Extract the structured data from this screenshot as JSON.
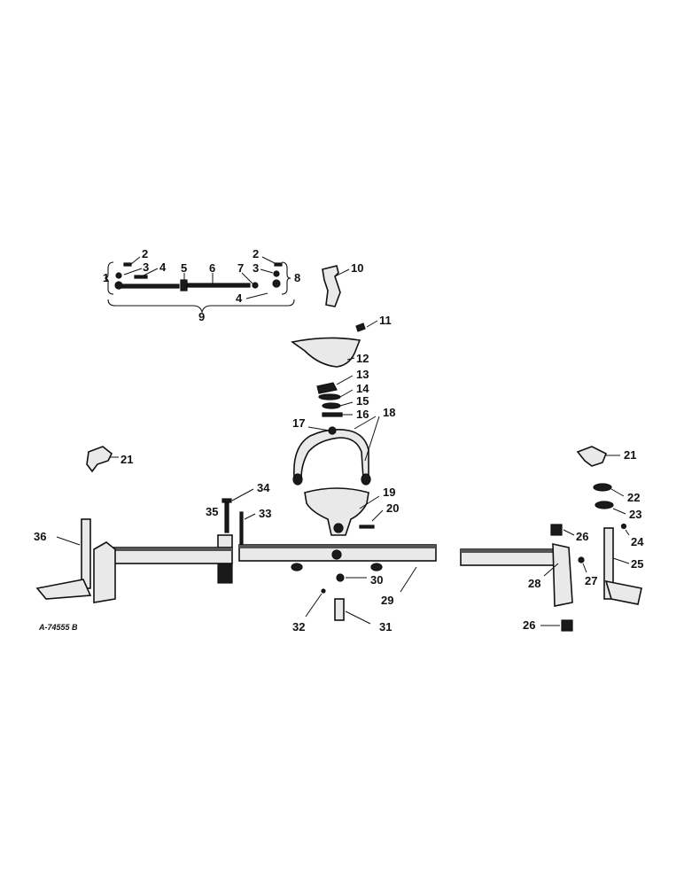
{
  "diagram": {
    "drawing_id": "A-74555 B",
    "callouts": {
      "c1": "1",
      "c2a": "2",
      "c2b": "2",
      "c3a": "3",
      "c3b": "3",
      "c4a": "4",
      "c4b": "4",
      "c5": "5",
      "c6": "6",
      "c7": "7",
      "c8": "8",
      "c9": "9",
      "c10": "10",
      "c11": "11",
      "c12": "12",
      "c13": "13",
      "c14": "14",
      "c15": "15",
      "c16": "16",
      "c17": "17",
      "c18": "18",
      "c19": "19",
      "c20": "20",
      "c21a": "21",
      "c21b": "21",
      "c22": "22",
      "c23": "23",
      "c24": "24",
      "c25": "25",
      "c26a": "26",
      "c26b": "26",
      "c27": "27",
      "c28": "28",
      "c29": "29",
      "c30": "30",
      "c31": "31",
      "c32": "32",
      "c33": "33",
      "c34": "34",
      "c35": "35",
      "c36": "36"
    }
  }
}
